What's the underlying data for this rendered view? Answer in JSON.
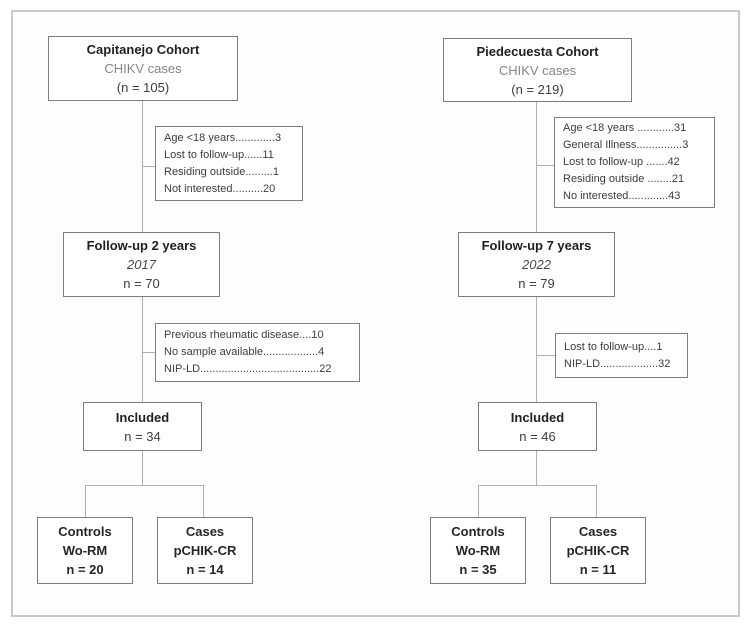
{
  "diagram": {
    "description": "Flow diagram of two CHIKV cohorts",
    "colors": {
      "box_border": "#7d7d7d",
      "frame_border": "#c9c9c9",
      "connector_line": "#b0b0b0",
      "title_text": "#1f1f1f",
      "body_text": "#3d3d3d",
      "muted_text": "#858585"
    },
    "cohorts": [
      {
        "id": "capitanejo",
        "top": {
          "title": "Capitanejo Cohort",
          "subtitle": "CHIKV cases",
          "count": "(n = 105)"
        },
        "exclusion1": {
          "lines": [
            "Age <18 years.............3",
            "Lost to follow-up......11",
            "Residing outside.........1",
            "Not interested..........20"
          ]
        },
        "followup": {
          "title": "Follow-up 2 years",
          "year": "2017",
          "count": "n = 70"
        },
        "exclusion2": {
          "lines": [
            "Previous rheumatic disease....10",
            "No sample available..................4",
            "NIP-LD.......................................22"
          ]
        },
        "included": {
          "title": "Included",
          "count": "n = 34"
        },
        "controls": {
          "title": "Controls",
          "subtitle": "Wo-RM",
          "count": "n = 20"
        },
        "cases": {
          "title": "Cases",
          "subtitle": "pCHIK-CR",
          "count": "n = 14"
        }
      },
      {
        "id": "piedecuesta",
        "top": {
          "title": "Piedecuesta Cohort",
          "subtitle": "CHIKV cases",
          "count": "(n = 219)"
        },
        "exclusion1": {
          "lines": [
            "Age <18 years ............31",
            "General Illness...............3",
            "Lost to follow-up .......42",
            "Residing outside ........21",
            "No interested.............43"
          ]
        },
        "followup": {
          "title": "Follow-up 7 years",
          "year": "2022",
          "count": "n = 79"
        },
        "exclusion2": {
          "lines": [
            "Lost to follow-up....1",
            "NIP-LD...................32"
          ]
        },
        "included": {
          "title": "Included",
          "count": "n = 46"
        },
        "controls": {
          "title": "Controls",
          "subtitle": "Wo-RM",
          "count": "n = 35"
        },
        "cases": {
          "title": "Cases",
          "subtitle": "pCHIK-CR",
          "count": "n = 11"
        }
      }
    ]
  }
}
